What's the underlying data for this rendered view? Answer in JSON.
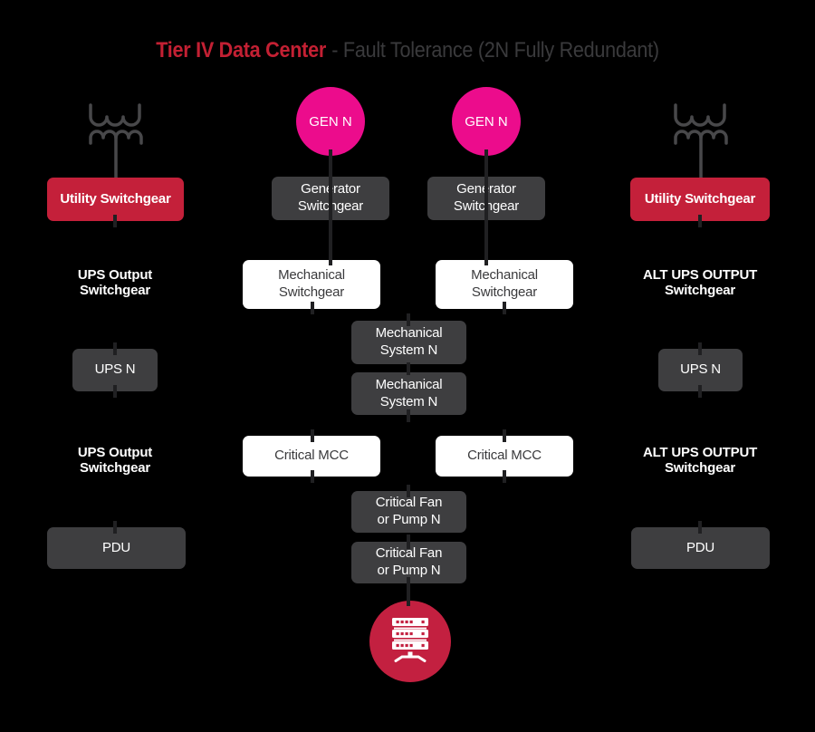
{
  "title": {
    "primary": "Tier IV Data Center",
    "subtitle": "- Fault Tolerance (2N Fully Redundant)"
  },
  "nodes": {
    "gen_n": "GEN N",
    "utility_switchgear": "Utility Switchgear",
    "generator_switchgear": "Generator\nSwitchgear",
    "ups_output_switchgear": "UPS Output\nSwitchgear",
    "alt_ups_output_switchgear": "ALT UPS OUTPUT\nSwitchgear",
    "mechanical_switchgear": "Mechanical\nSwitchgear",
    "mechanical_system_n": "Mechanical\nSystem N",
    "ups_n": "UPS N",
    "critical_mcc": "Critical MCC",
    "critical_fan_or_pump_n": "Critical Fan\nor Pump N",
    "pdu": "PDU"
  },
  "icons": {
    "transformer": "transformer-icon",
    "server_rack": "server-rack-icon"
  },
  "colors": {
    "background": "#000000",
    "crimson": "#C4203A",
    "title_red": "#C32033",
    "magenta": "#EC0C8C",
    "dark_box": "#3E3E40",
    "box_text_dark": "#3A3A3C",
    "subtitle_gray": "#3A3A3C",
    "icon_gray": "#48484A",
    "white": "#FFFFFF"
  }
}
